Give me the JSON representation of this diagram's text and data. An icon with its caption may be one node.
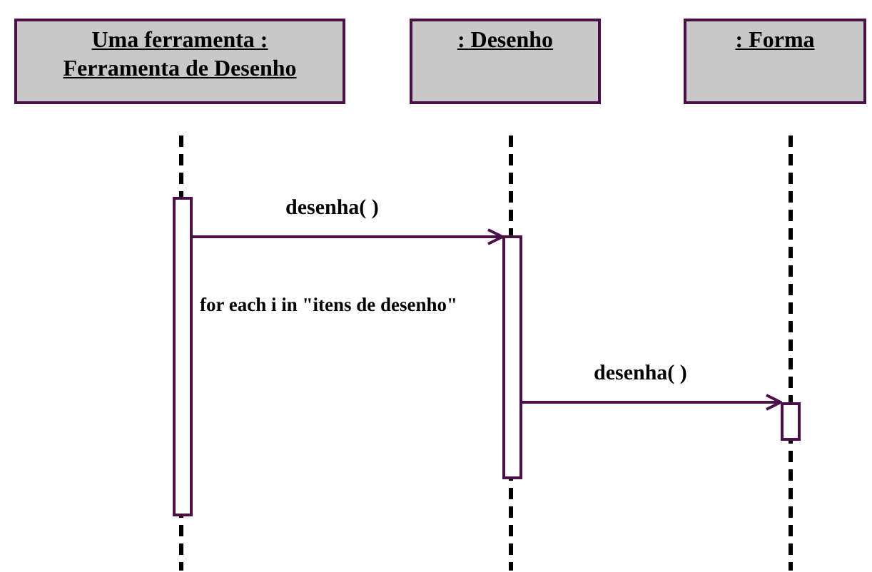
{
  "diagram": {
    "nodes": [
      {
        "text": [
          "Uma ferramenta : Ferramenta de Desenho"
        ]
      },
      {
        "text": [
          ": Desenho"
        ]
      },
      {
        "text": [
          ": Forma"
        ]
      },
      {
        "text": [],
        "shape": "bar"
      },
      {
        "text": [],
        "shape": "bar"
      },
      {
        "text": [],
        "shape": "bar"
      }
    ],
    "edges": [
      {
        "from": 3,
        "to": 4,
        "arrow": "to",
        "label": "desenha( )"
      },
      {
        "from": 4,
        "to": 5,
        "arrow": "to",
        "label": "desenha( )"
      }
    ],
    "labels": [
      "for each i in \"itens de desenho\""
    ]
  }
}
